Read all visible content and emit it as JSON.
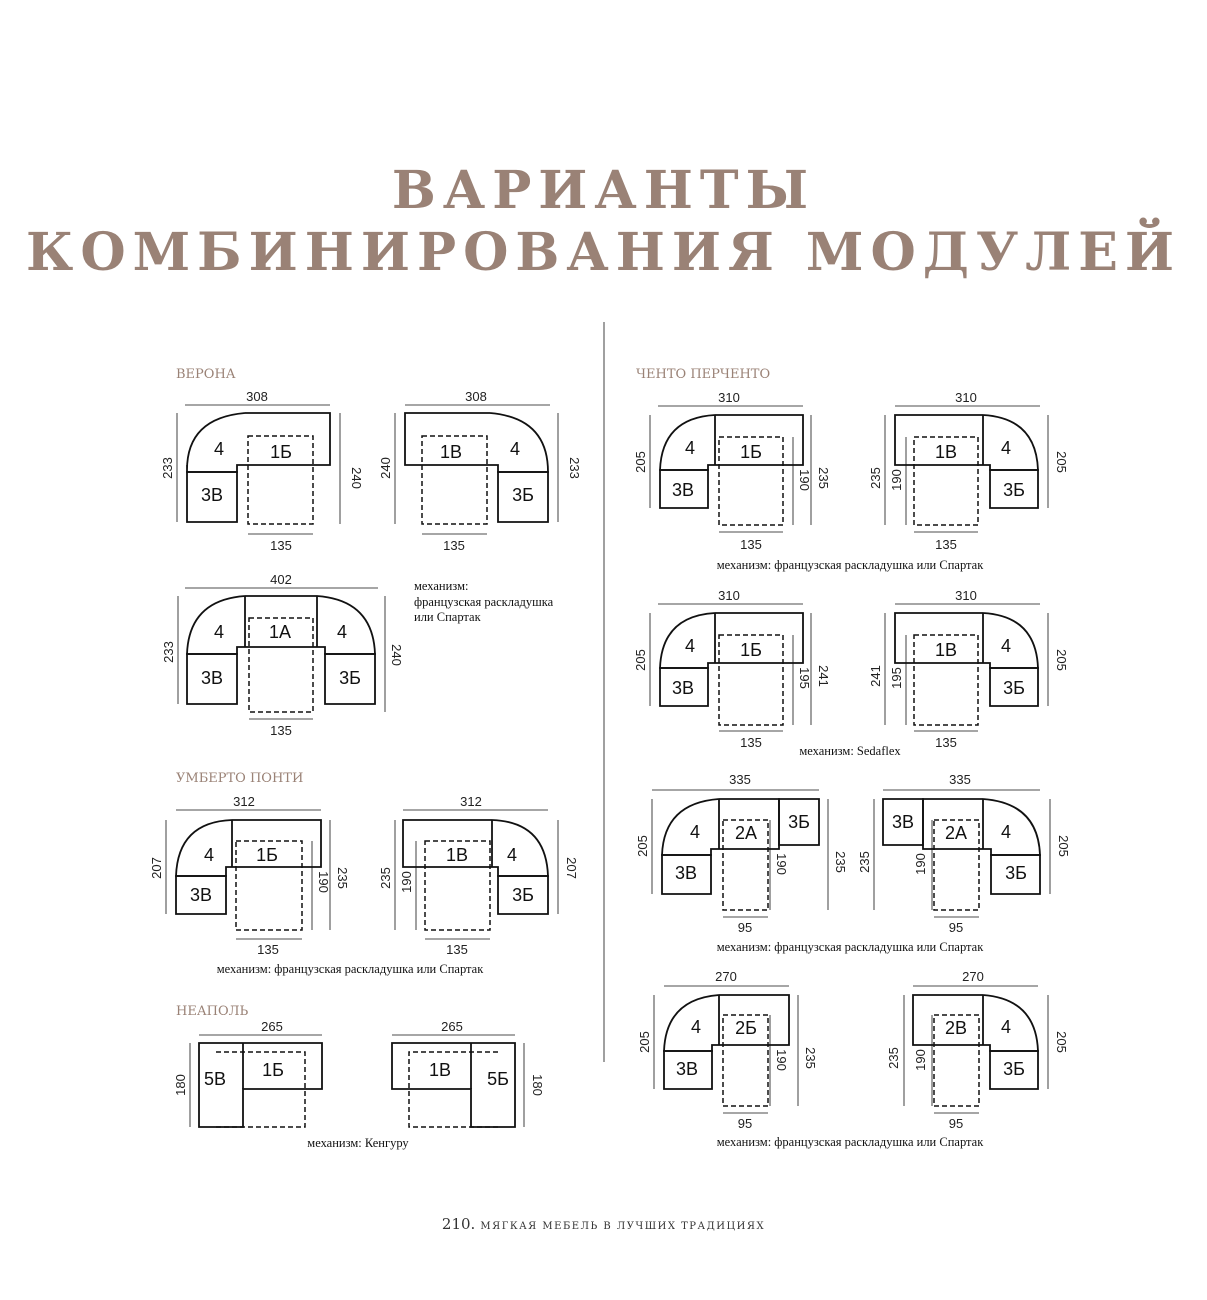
{
  "title": {
    "line1": "ВАРИАНТЫ",
    "line2": "КОМБИНИРОВАНИЯ МОДУЛЕЙ"
  },
  "sections": {
    "verona": "ВЕРОНА",
    "umberto": "УМБЕРТО ПОНТИ",
    "napoli": "НЕАПОЛЬ",
    "cento": "ЧЕНТО ПЕРЧЕНТО"
  },
  "modules": {
    "m4": "4",
    "m1b": "1Б",
    "m1v": "1В",
    "m1a": "1А",
    "m2a": "2А",
    "m2b": "2Б",
    "m2v": "2В",
    "m3v": "3В",
    "m3b": "3Б",
    "m5v": "5В",
    "m5b": "5Б"
  },
  "dims": {
    "d308": "308",
    "d402": "402",
    "d312": "312",
    "d265": "265",
    "d310": "310",
    "d335": "335",
    "d270": "270",
    "d135": "135",
    "d95": "95",
    "d233": "233",
    "d240": "240",
    "d207": "207",
    "d235": "235",
    "d190": "190",
    "d180": "180",
    "d205": "205",
    "d241": "241",
    "d195": "195"
  },
  "notes": {
    "mech_line1": "механизм:",
    "mech_line2": "французская раскладушка",
    "mech_line3": "или Спартак",
    "mech_fr": "механизм: французская раскладушка или Спартак",
    "mech_kenguru": "механизм: Кенгуру",
    "mech_sedaflex": "механизм: Sedaflex"
  },
  "footer": {
    "page_number": "210.",
    "text": "МЯГКАЯ МЕБЕЛЬ В ЛУЧШИХ ТРАДИЦИЯХ"
  },
  "colors": {
    "accent": "#9a8276",
    "line": "#111111"
  }
}
